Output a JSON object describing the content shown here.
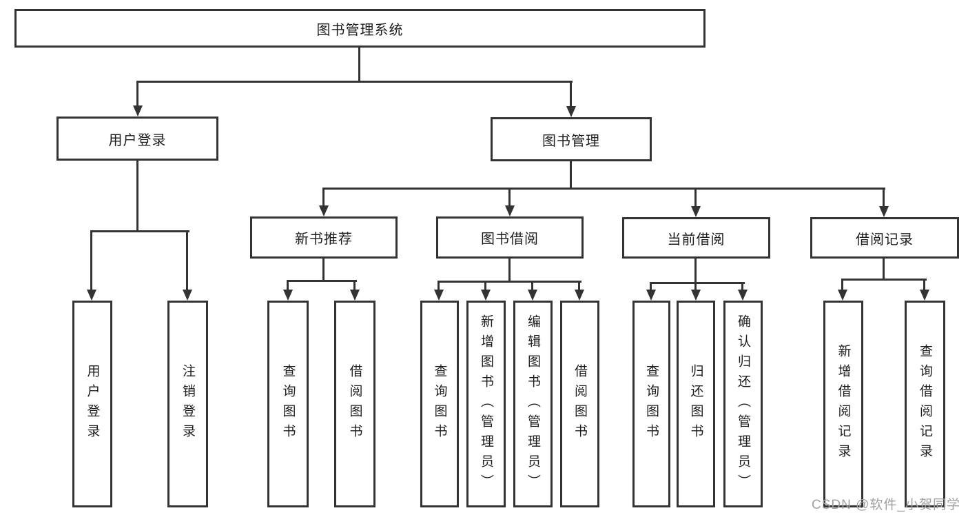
{
  "root_label": "图书管理系统",
  "level2": [
    "用户登录",
    "图书管理"
  ],
  "level3": [
    "新书推荐",
    "图书借阅",
    "当前借阅",
    "借阅记录"
  ],
  "leaves": {
    "login": [
      "用户登录",
      "注销登录"
    ],
    "recommend": [
      "查询图书",
      "借阅图书"
    ],
    "borrow": [
      "查询图书",
      "新增图书（管理员）",
      "编辑图书（管理员）",
      "借阅图书"
    ],
    "current": [
      "查询图书",
      "归还图书",
      "确认归还（管理员）"
    ],
    "records": [
      "新增借阅记录",
      "查询借阅记录"
    ]
  },
  "watermark": "CSDN @软件_小贺同学",
  "colors": {
    "line": "#333333",
    "text": "#1d1d1f",
    "watermark": "#a0a0a0"
  }
}
